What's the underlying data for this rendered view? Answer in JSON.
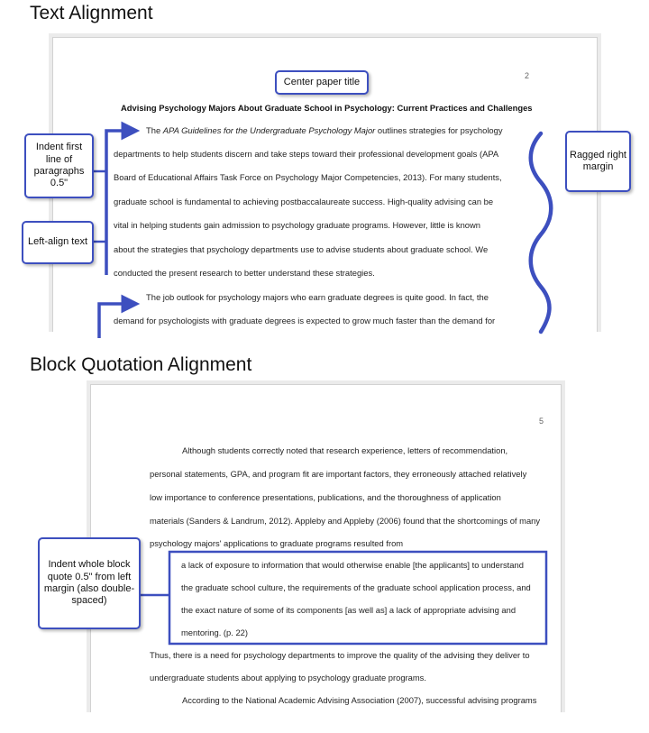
{
  "headings": {
    "text_alignment": "Text Alignment",
    "block_quote_alignment": "Block Quotation Alignment"
  },
  "page1": {
    "page_number": "2",
    "title": "Advising Psychology Majors About Graduate School in Psychology: Current Practices and Challenges",
    "para1_line1_pre": "The ",
    "para1_line1_italic": "APA Guidelines for the Undergraduate Psychology Major",
    "para1_line1_post": " outlines strategies for psychology",
    "para1_lines": [
      "departments to help students discern and take steps toward their professional development goals (APA",
      "Board of Educational Affairs Task Force on Psychology Major Competencies, 2013). For many students,",
      "graduate school is fundamental to achieving postbaccalaureate success. High-quality advising can be",
      "vital in helping students gain admission to psychology graduate programs. However, little is known",
      "about the strategies that psychology departments use to advise students about graduate school. We",
      "conducted the present research to better understand these strategies."
    ],
    "para2_lines": [
      "The job outlook for psychology majors who earn graduate degrees is quite good. In fact, the",
      "demand for psychologists with graduate degrees is expected to grow much faster than the demand for"
    ]
  },
  "page2": {
    "page_number": "5",
    "lines_before": [
      "Although students correctly noted that research experience, letters of recommendation,",
      "personal statements, GPA, and program fit are important factors, they erroneously attached relatively",
      "low importance to conference presentations, publications, and the thoroughness of application",
      "materials (Sanders & Landrum, 2012). Appleby and Appleby (2006) found that the shortcomings of many",
      "psychology majors' applications to graduate programs resulted from"
    ],
    "quote_lines": [
      "a lack of exposure to information that would otherwise enable [the applicants] to understand",
      "the graduate school culture, the requirements of the graduate school application process, and",
      "the exact nature of some of its components [as well as] a lack of appropriate advising and",
      "mentoring. (p. 22)"
    ],
    "lines_after": [
      "Thus, there is a need for psychology departments to improve the quality of the advising they deliver to",
      "undergraduate students about applying to psychology graduate programs.",
      "According to the National Academic Advising Association (2007), successful advising programs"
    ]
  },
  "callouts": {
    "center_title": "Center paper title",
    "indent_first_line": "Indent first line of paragraphs 0.5\"",
    "left_align": "Left-align text",
    "ragged_right": "Ragged right margin",
    "indent_block_quote": "Indent whole block quote 0.5\" from left margin (also double-spaced)"
  },
  "colors": {
    "annotation": "#3d4fbf",
    "page_border": "#d2d2d2"
  }
}
